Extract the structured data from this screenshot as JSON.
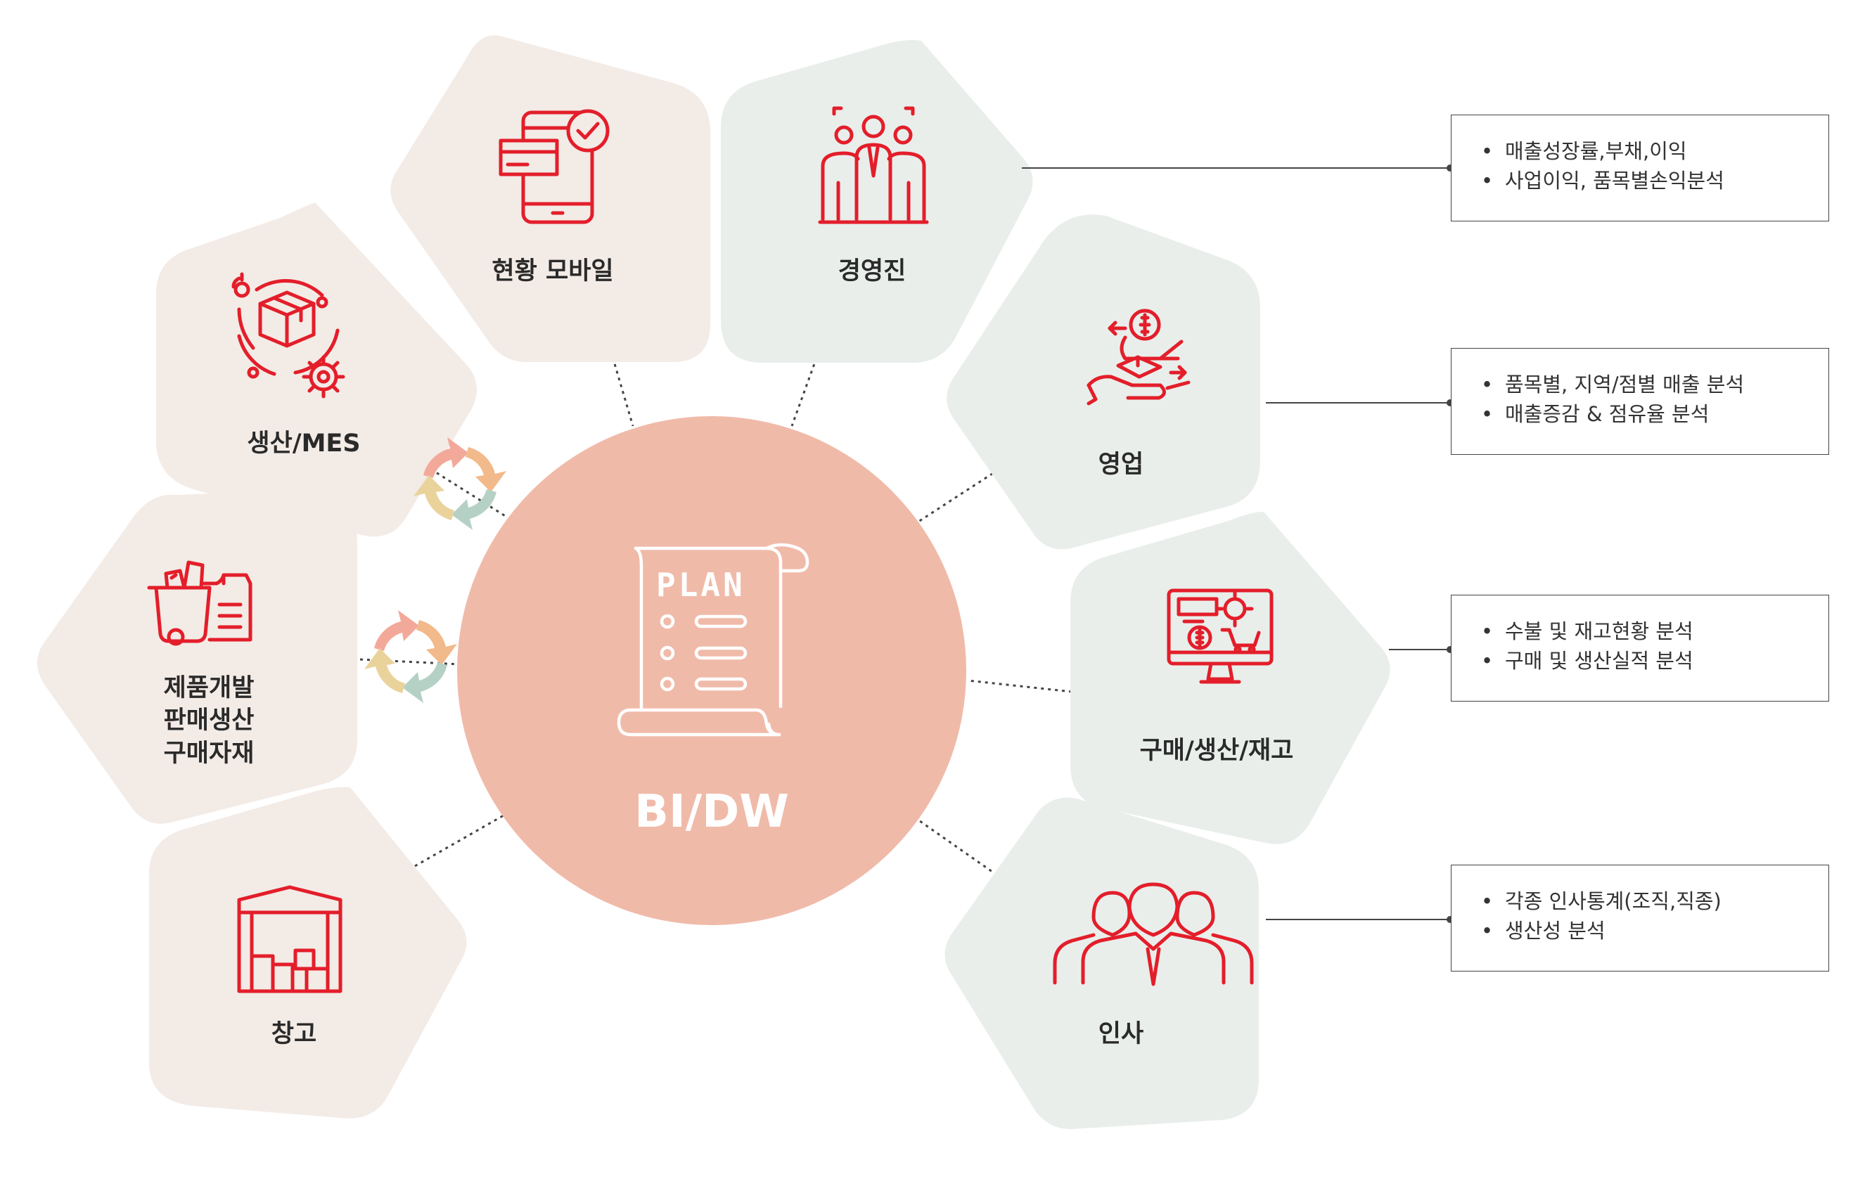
{
  "center": {
    "title": "BI/DW",
    "doc_label": "PLAN"
  },
  "nodes": {
    "mobile": {
      "label": "현황 모바일",
      "icon": "mobile-check-icon"
    },
    "executive": {
      "label": "경영진",
      "icon": "executives-icon"
    },
    "sales": {
      "label": "영업",
      "icon": "sales-exchange-icon"
    },
    "purchase": {
      "label": "구매/생산/재고",
      "icon": "monitor-commerce-icon"
    },
    "hr": {
      "label": "인사",
      "icon": "people-group-icon"
    },
    "warehouse": {
      "label": "창고",
      "icon": "warehouse-icon"
    },
    "product": {
      "lines": [
        "제품개발",
        "판매생산",
        "구매자재"
      ],
      "icon": "cart-bags-icon"
    },
    "mes": {
      "label": "생산/MES",
      "icon": "box-gear-cycle-icon"
    }
  },
  "info_boxes": {
    "executive": [
      "매출성장률,부채,이익",
      "사업이익, 품목별손익분석"
    ],
    "sales": [
      "품목별, 지역/점별 매출 분석",
      "매출증감 & 점유율 분석"
    ],
    "purchase": [
      "수불 및 재고현황 분석",
      "구매 및 생산실적 분석"
    ],
    "hr": [
      "각종 인사통계(조직,직종)",
      "생산성 분석"
    ]
  },
  "colors": {
    "left_node": "#f3ebe6",
    "right_node": "#e9eeeb",
    "center": "#f0baa9",
    "icon_red": "#e31e2a",
    "cycle_arrows": [
      "#f3a99a",
      "#f2b98a",
      "#b5d1c5",
      "#ead39b"
    ]
  }
}
